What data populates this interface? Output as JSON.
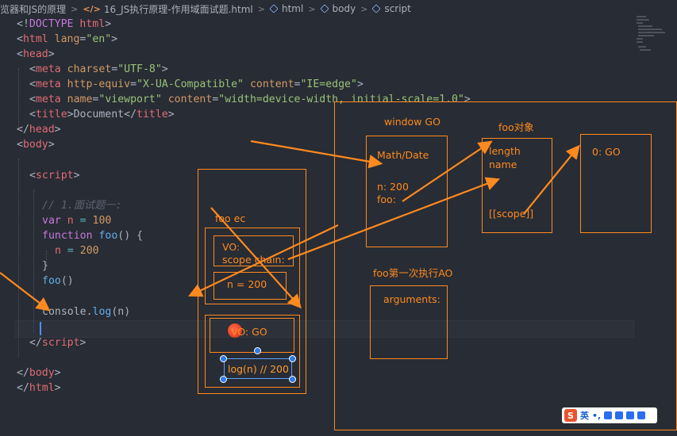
{
  "breadcrumb": {
    "items": [
      "览器和JS的原理",
      "16_JS执行原理-作用域面试题.html",
      "html",
      "body",
      "script"
    ]
  },
  "code": {
    "l1": {
      "a": "<!",
      "b": "DOCTYPE",
      "c": " html",
      "d": ">"
    },
    "l2": {
      "a": "<",
      "b": "html",
      "c": " lang",
      "d": "=",
      "e": "\"en\"",
      "f": ">"
    },
    "l3": {
      "a": "<",
      "b": "head",
      "c": ">"
    },
    "l4": {
      "a": "<",
      "b": "meta",
      "c": " charset",
      "d": "=",
      "e": "\"UTF-8\"",
      "f": ">"
    },
    "l5": {
      "a": "<",
      "b": "meta",
      "c": " http-equiv",
      "d": "=",
      "e": "\"X-UA-Compatible\"",
      "f": " content",
      "g": "=",
      "h": "\"IE=edge\"",
      "i": ">"
    },
    "l6": {
      "a": "<",
      "b": "meta",
      "c": " name",
      "d": "=",
      "e": "\"viewport\"",
      "f": " content",
      "g": "=",
      "h": "\"width=device-width, initial-scale=1.0\"",
      "i": ">"
    },
    "l7": {
      "a": "<",
      "b": "title",
      "c": ">",
      "d": "Document",
      "e": "</",
      "f": "title",
      "g": ">"
    },
    "l8": {
      "a": "</",
      "b": "head",
      "c": ">"
    },
    "l9": {
      "a": "<",
      "b": "body",
      "c": ">"
    },
    "l10": {
      "a": "<",
      "b": "script",
      "c": ">"
    },
    "l11": {
      "a": "// 1.面试题一:"
    },
    "l12": {
      "a": "var",
      "b": " n ",
      "c": "=",
      "d": " 100"
    },
    "l13": {
      "a": "function",
      "b": " foo",
      "c": "() {"
    },
    "l14": {
      "a": "n",
      "b": " = ",
      "c": "200"
    },
    "l15": {
      "a": "}"
    },
    "l16": {
      "a": "foo",
      "b": "()"
    },
    "l17": {
      "a": "console",
      "b": ".",
      "c": "log",
      "d": "(n)"
    },
    "l18": {
      "a": "</",
      "b": "script",
      "c": ">"
    },
    "l19": {
      "a": "</",
      "b": "body",
      "c": ">"
    },
    "l20": {
      "a": "</",
      "b": "html",
      "c": ">"
    }
  },
  "diagram": {
    "window_go": "window GO",
    "math_date": "Math/Date",
    "n_200": "n: 200",
    "foo_prop": "foo:",
    "foo_object": "foo对象",
    "length": "length",
    "name": "name",
    "scope": "[[scope]]",
    "go_zero": "0: GO",
    "foo_ao_title": "foo第一次执行AO",
    "arguments": "arguments:",
    "foo_ec": "foo ec",
    "vo": "VO:",
    "scope_chain": "scope chain:",
    "n_equals": "n = 200",
    "vo_go": "VO: GO",
    "log_n": "log(n) // 200"
  },
  "ime": {
    "lang": "英"
  },
  "colors": {
    "annotation": "#ff8a1f",
    "background": "#282c34"
  }
}
